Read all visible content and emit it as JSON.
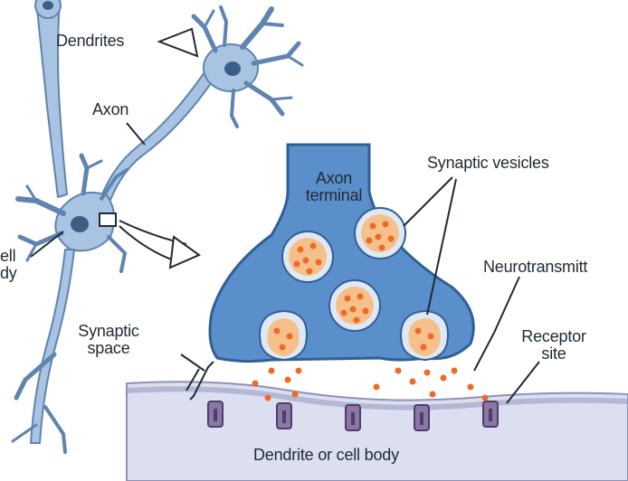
{
  "labels": {
    "dendrites": "Dendrites",
    "axon": "Axon",
    "cell_body_line1": "ell",
    "cell_body_line2": "dy",
    "synaptic_space_line1": "Synaptic",
    "synaptic_space_line2": "space",
    "axon_terminal_line1": "Axon",
    "axon_terminal_line2": "terminal",
    "synaptic_vesicles": "Synaptic vesicles",
    "neurotransmitter": "Neurotransmitt",
    "receptor_site_line1": "Receptor",
    "receptor_site_line2": "site",
    "dendrite_or_cell_body": "Dendrite or cell body"
  },
  "colors": {
    "neuron_fill": "#a9c4e2",
    "neuron_stroke": "#5f84b0",
    "terminal_fill": "#5b8fcb",
    "terminal_stroke": "#2f5f95",
    "vesicle_fill": "#f6c08a",
    "vesicle_ring": "#dfe9f5",
    "neurotransmitter_dot": "#ee6a2a",
    "membrane_fill": "#dcdff0",
    "receptor_fill": "#8a77a5"
  }
}
